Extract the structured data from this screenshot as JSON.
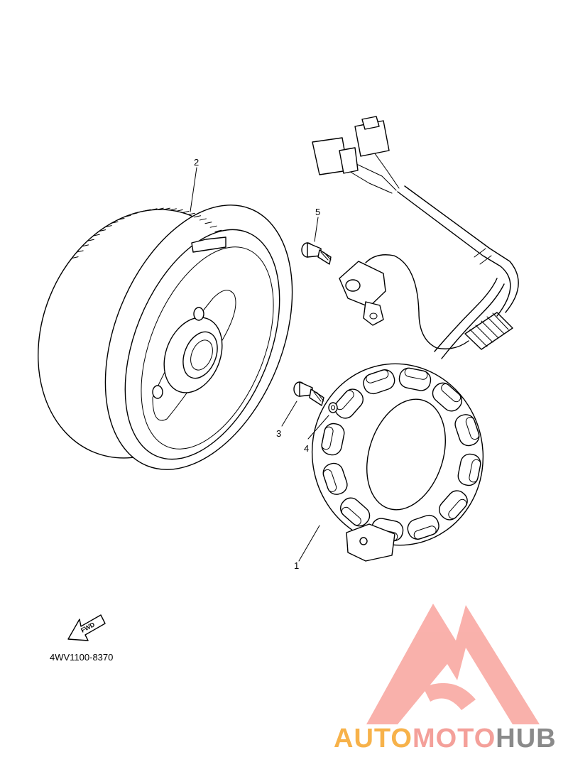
{
  "diagram": {
    "callouts": [
      {
        "id": "1",
        "label": "1"
      },
      {
        "id": "2",
        "label": "2"
      },
      {
        "id": "3",
        "label": "3"
      },
      {
        "id": "4",
        "label": "4"
      },
      {
        "id": "5",
        "label": "5"
      }
    ],
    "fwd_arrow_label": "FWD",
    "drawing_code": "4WV1100-8370"
  },
  "watermark": {
    "part1": "AUTO",
    "part2": "MOTO",
    "part3": "HUB",
    "colors": {
      "orange": "#f7b24a",
      "salmon": "#f4a09a",
      "gray": "#8a8a8a",
      "logo": "#f9a9a3"
    }
  }
}
